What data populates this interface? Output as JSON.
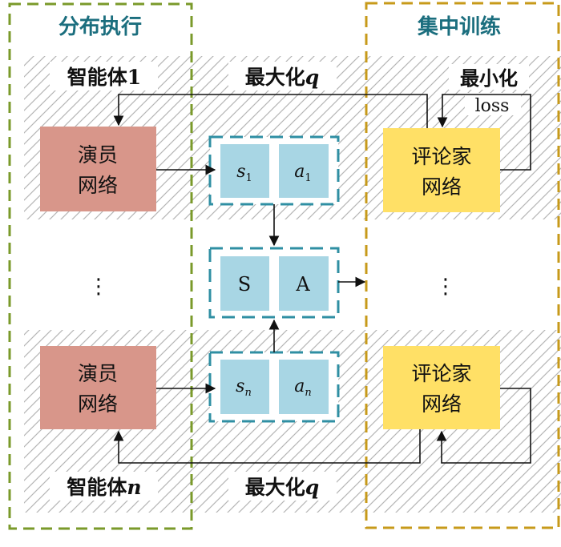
{
  "left_region": {
    "title": "分布执行",
    "color": "#7a9a2a"
  },
  "right_region": {
    "title": "集中训练",
    "color": "#c79a1a"
  },
  "top_row": {
    "agent_label_prefix": "智能体",
    "agent_label_index": "1",
    "maximize_prefix": "最大化",
    "maximize_var": "q",
    "minimize_label": "最小化",
    "loss_label": "loss"
  },
  "bottom_row": {
    "agent_label_prefix": "智能体",
    "agent_label_index": "n",
    "maximize_prefix": "最大化",
    "maximize_var": "q"
  },
  "actor": {
    "line1": "演员",
    "line2": "网络",
    "color": "#d8968a"
  },
  "critic": {
    "line1": "评论家",
    "line2": "网络",
    "color": "#ffe066"
  },
  "state_action_top": {
    "s": "s",
    "s_sub": "1",
    "a": "a",
    "a_sub": "1"
  },
  "state_action_bottom": {
    "s": "s",
    "s_sub": "n",
    "a": "a",
    "a_sub": "n"
  },
  "joint": {
    "S": "S",
    "A": "A"
  },
  "ellipsis": "⋮",
  "colors": {
    "cell": "#a8d6e4",
    "dashed_box": "#2f8fa3",
    "hatch": "#b5b5b5",
    "label_bg": "#ffffff"
  }
}
